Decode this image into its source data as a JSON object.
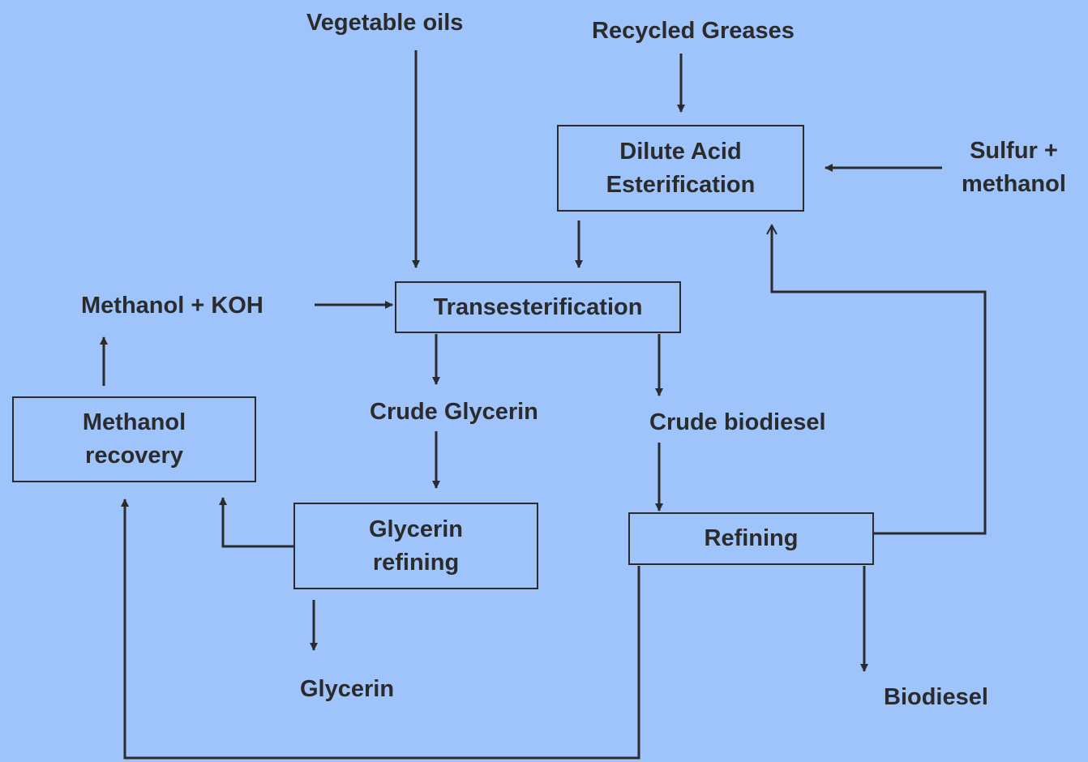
{
  "diagram": {
    "inputs": {
      "vegetable_oils": "Vegetable oils",
      "recycled_greases": "Recycled Greases",
      "sulfur_methanol_line1": "Sulfur +",
      "sulfur_methanol_line2": "methanol",
      "methanol_koh": "Methanol + KOH"
    },
    "process": {
      "dilute_acid_line1": "Dilute Acid",
      "dilute_acid_line2": "Esterification",
      "transesterification": "Transesterification",
      "methanol_recovery_line1": "Methanol",
      "methanol_recovery_line2": "recovery",
      "glycerin_refining_line1": "Glycerin",
      "glycerin_refining_line2": "refining",
      "refining": "Refining"
    },
    "intermediates": {
      "crude_glycerin": "Crude Glycerin",
      "crude_biodiesel": "Crude biodiesel"
    },
    "outputs": {
      "glycerin": "Glycerin",
      "biodiesel": "Biodiesel"
    }
  }
}
